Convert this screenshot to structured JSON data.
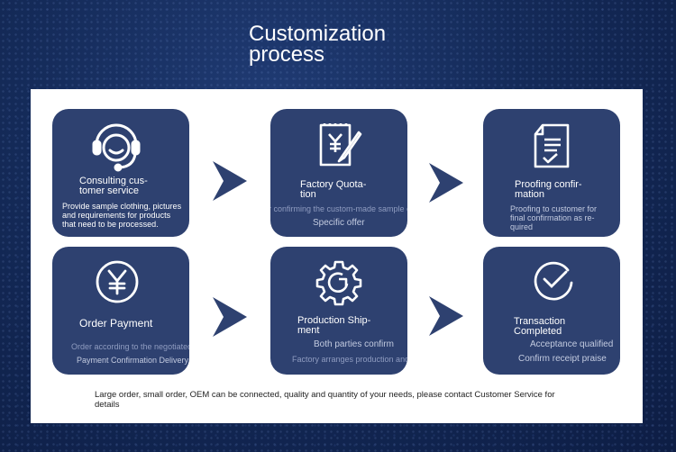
{
  "title_line1": "Customization",
  "title_line2": "process",
  "steps": [
    {
      "head": [
        "Consulting cus-",
        "tomer service"
      ],
      "desc": [
        "Provide sample clothing, pictures",
        "and requirements for products",
        "that need to be processed."
      ]
    },
    {
      "head": [
        "Factory Quota-",
        "tion"
      ],
      "desc": [
        "After confirming the custom-made sample clothes",
        "Specific offer"
      ]
    },
    {
      "head": [
        "Proofing confir-",
        "mation"
      ],
      "desc": [
        "Proofing to customer for",
        "final confirmation as re-",
        "quired"
      ]
    },
    {
      "head": [
        "Order Payment"
      ],
      "desc": [
        "Order according to the negotiated price",
        "Payment Confirmation Delivery Date"
      ]
    },
    {
      "head": [
        "Production Ship-",
        "ment"
      ],
      "desc": [
        "Both parties confirm",
        "Factory arranges production and delivery"
      ]
    },
    {
      "head": [
        "Transaction",
        "Completed"
      ],
      "desc": [
        "Acceptance qualified",
        "Confirm receipt praise"
      ]
    }
  ],
  "footer": [
    "Large order, small order, OEM can be connected, quality and quantity of your needs, please contact Customer Service for",
    "details"
  ],
  "colors": {
    "card": "#2e4170",
    "arrow": "#2e4170",
    "panel": "#ffffff",
    "background": "#142a58"
  },
  "icons": [
    "headset-icon",
    "quotation-edit-icon",
    "document-check-icon",
    "yen-coin-icon",
    "gear-icon",
    "check-circle-icon"
  ]
}
